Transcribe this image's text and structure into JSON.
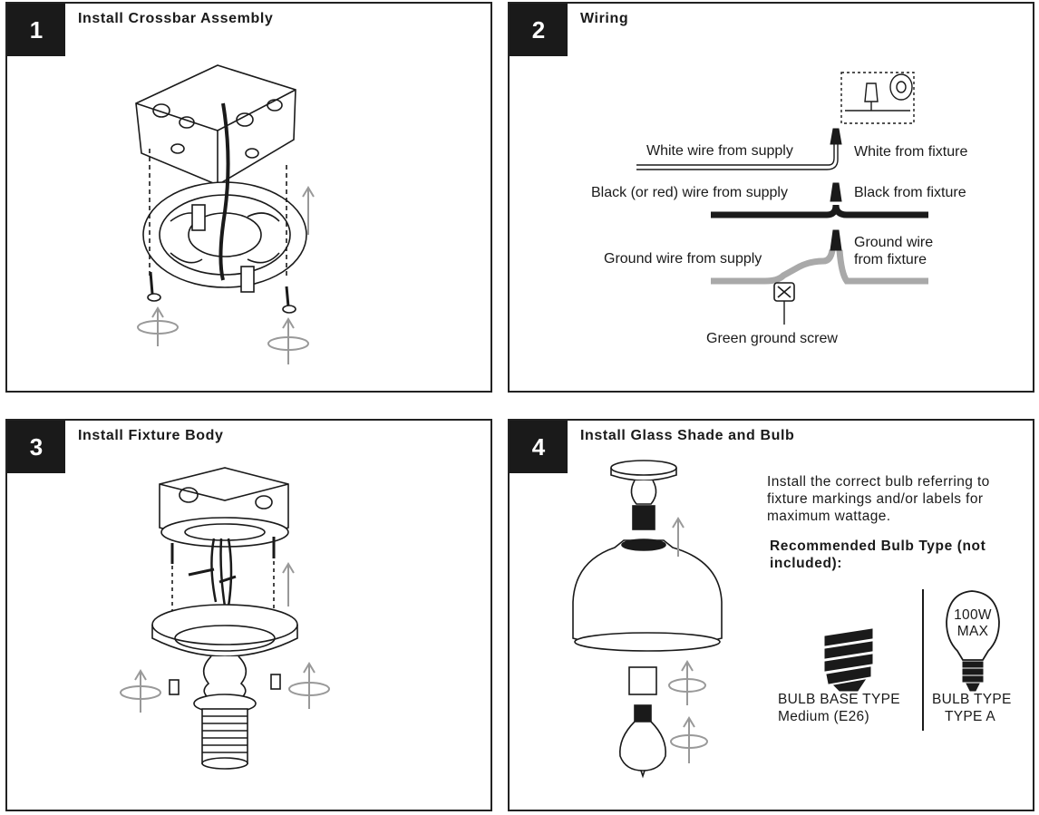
{
  "steps": [
    {
      "number": "1",
      "title": "Install Crossbar Assembly"
    },
    {
      "number": "2",
      "title": "Wiring"
    },
    {
      "number": "3",
      "title": "Install Fixture Body"
    },
    {
      "number": "4",
      "title": "Install Glass Shade and Bulb"
    }
  ],
  "wiring": {
    "white_supply": "White wire from supply",
    "white_fixture": "White from fixture",
    "black_supply": "Black (or red) wire from supply",
    "black_fixture": "Black from fixture",
    "ground_supply": "Ground wire from supply",
    "ground_fixture_1": "Ground wire",
    "ground_fixture_2": "from fixture",
    "ground_screw": "Green ground screw"
  },
  "bulb": {
    "instruction_1": "Install the correct bulb referring to",
    "instruction_2": "fixture markings and/or labels for",
    "instruction_3": "maximum wattage.",
    "recommended_1": "Recommended Bulb Type (not",
    "recommended_2": "included):",
    "wattage_1": "100W",
    "wattage_2": "MAX",
    "base_type_label": "BULB BASE TYPE",
    "base_type_value": "Medium (E26)",
    "bulb_type_label": "BULB TYPE",
    "bulb_type_value": "TYPE A"
  },
  "colors": {
    "ink": "#1a1a1a",
    "arrow": "#999999",
    "ground_wire": "#a9a9a9"
  }
}
